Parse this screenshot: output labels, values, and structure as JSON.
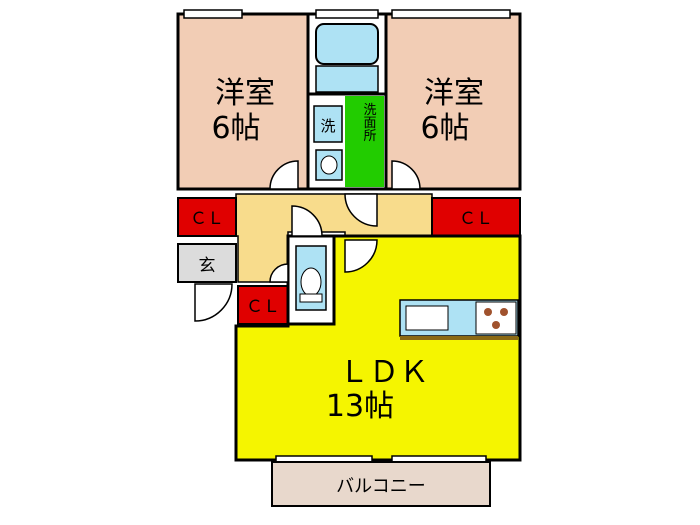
{
  "rooms": {
    "bedroom_left": {
      "name": "洋室",
      "size": "6帖",
      "color": "#f2cdb5"
    },
    "bedroom_right": {
      "name": "洋室",
      "size": "6帖",
      "color": "#f2cdb5"
    },
    "washroom": {
      "label": "洗面所",
      "washer_label": "洗",
      "color": "#22cc00"
    },
    "ldk": {
      "name": "ＬＤＫ",
      "size": "13帖",
      "color": "#f5f500"
    },
    "entrance": {
      "label": "玄",
      "color": "#dcdcdc"
    },
    "closet_left": {
      "label": "ＣＬ",
      "color": "#e00000"
    },
    "closet_right": {
      "label": "ＣＬ",
      "color": "#e00000"
    },
    "closet_small": {
      "label": "ＣＬ",
      "color": "#e00000"
    },
    "hallway": {
      "color": "#f8dc8c"
    },
    "balcony": {
      "label": "バルコニー",
      "color": "#e8d8cc"
    }
  },
  "fixtures": {
    "fixture_color": "#aee2f4"
  }
}
